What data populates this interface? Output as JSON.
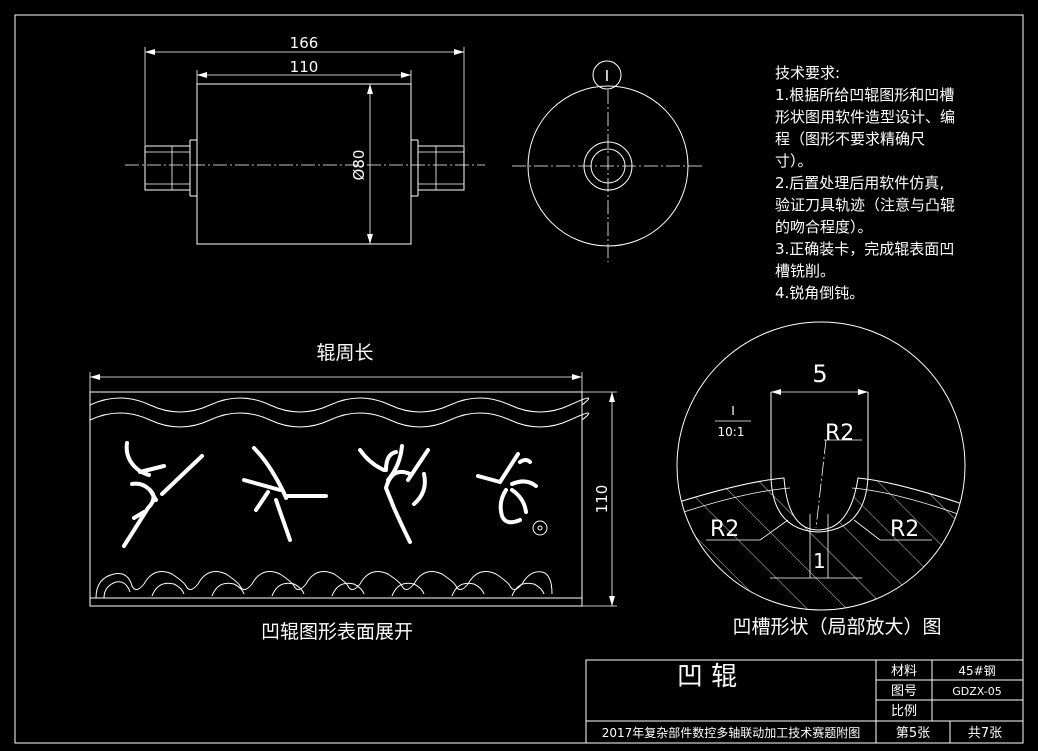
{
  "dimensions": {
    "overall_length": "166",
    "body_length": "110",
    "diameter": "Ø80",
    "unroll_height": "110",
    "section_marker": "I"
  },
  "unrolled": {
    "top_label": "辊周长",
    "caption": "凹辊图形表面展开"
  },
  "tech_requirements": {
    "lines": [
      "技术要求:",
      "1.根据所给凹辊图形和凹槽",
      "形状图用软件造型设计、编",
      "程（图形不要求精确尺",
      "寸）。",
      "2.后置处理后用软件仿真,",
      "验证刀具轨迹（注意与凸辊",
      "的吻合程度）。",
      "3.正确装卡，完成辊表面凹",
      "槽铣削。",
      "4.锐角倒钝。"
    ]
  },
  "detail": {
    "scale_top": "I",
    "scale_bottom": "10:1",
    "width": "5",
    "radius_top": "R2",
    "radius_left": "R2",
    "radius_right": "R2",
    "depth": "1",
    "caption": "凹槽形状（局部放大）图"
  },
  "title_block": {
    "part_name": "凹  辊",
    "material_label": "材料",
    "material_value": "45#钢",
    "drawing_no_label": "图号",
    "drawing_no_value": "GDZX-05",
    "scale_label": "比例",
    "scale_value": "",
    "footer": "2017年复杂部件数控多轴联动加工技术赛题附图",
    "sheet": "第5张",
    "total": "共7张"
  }
}
